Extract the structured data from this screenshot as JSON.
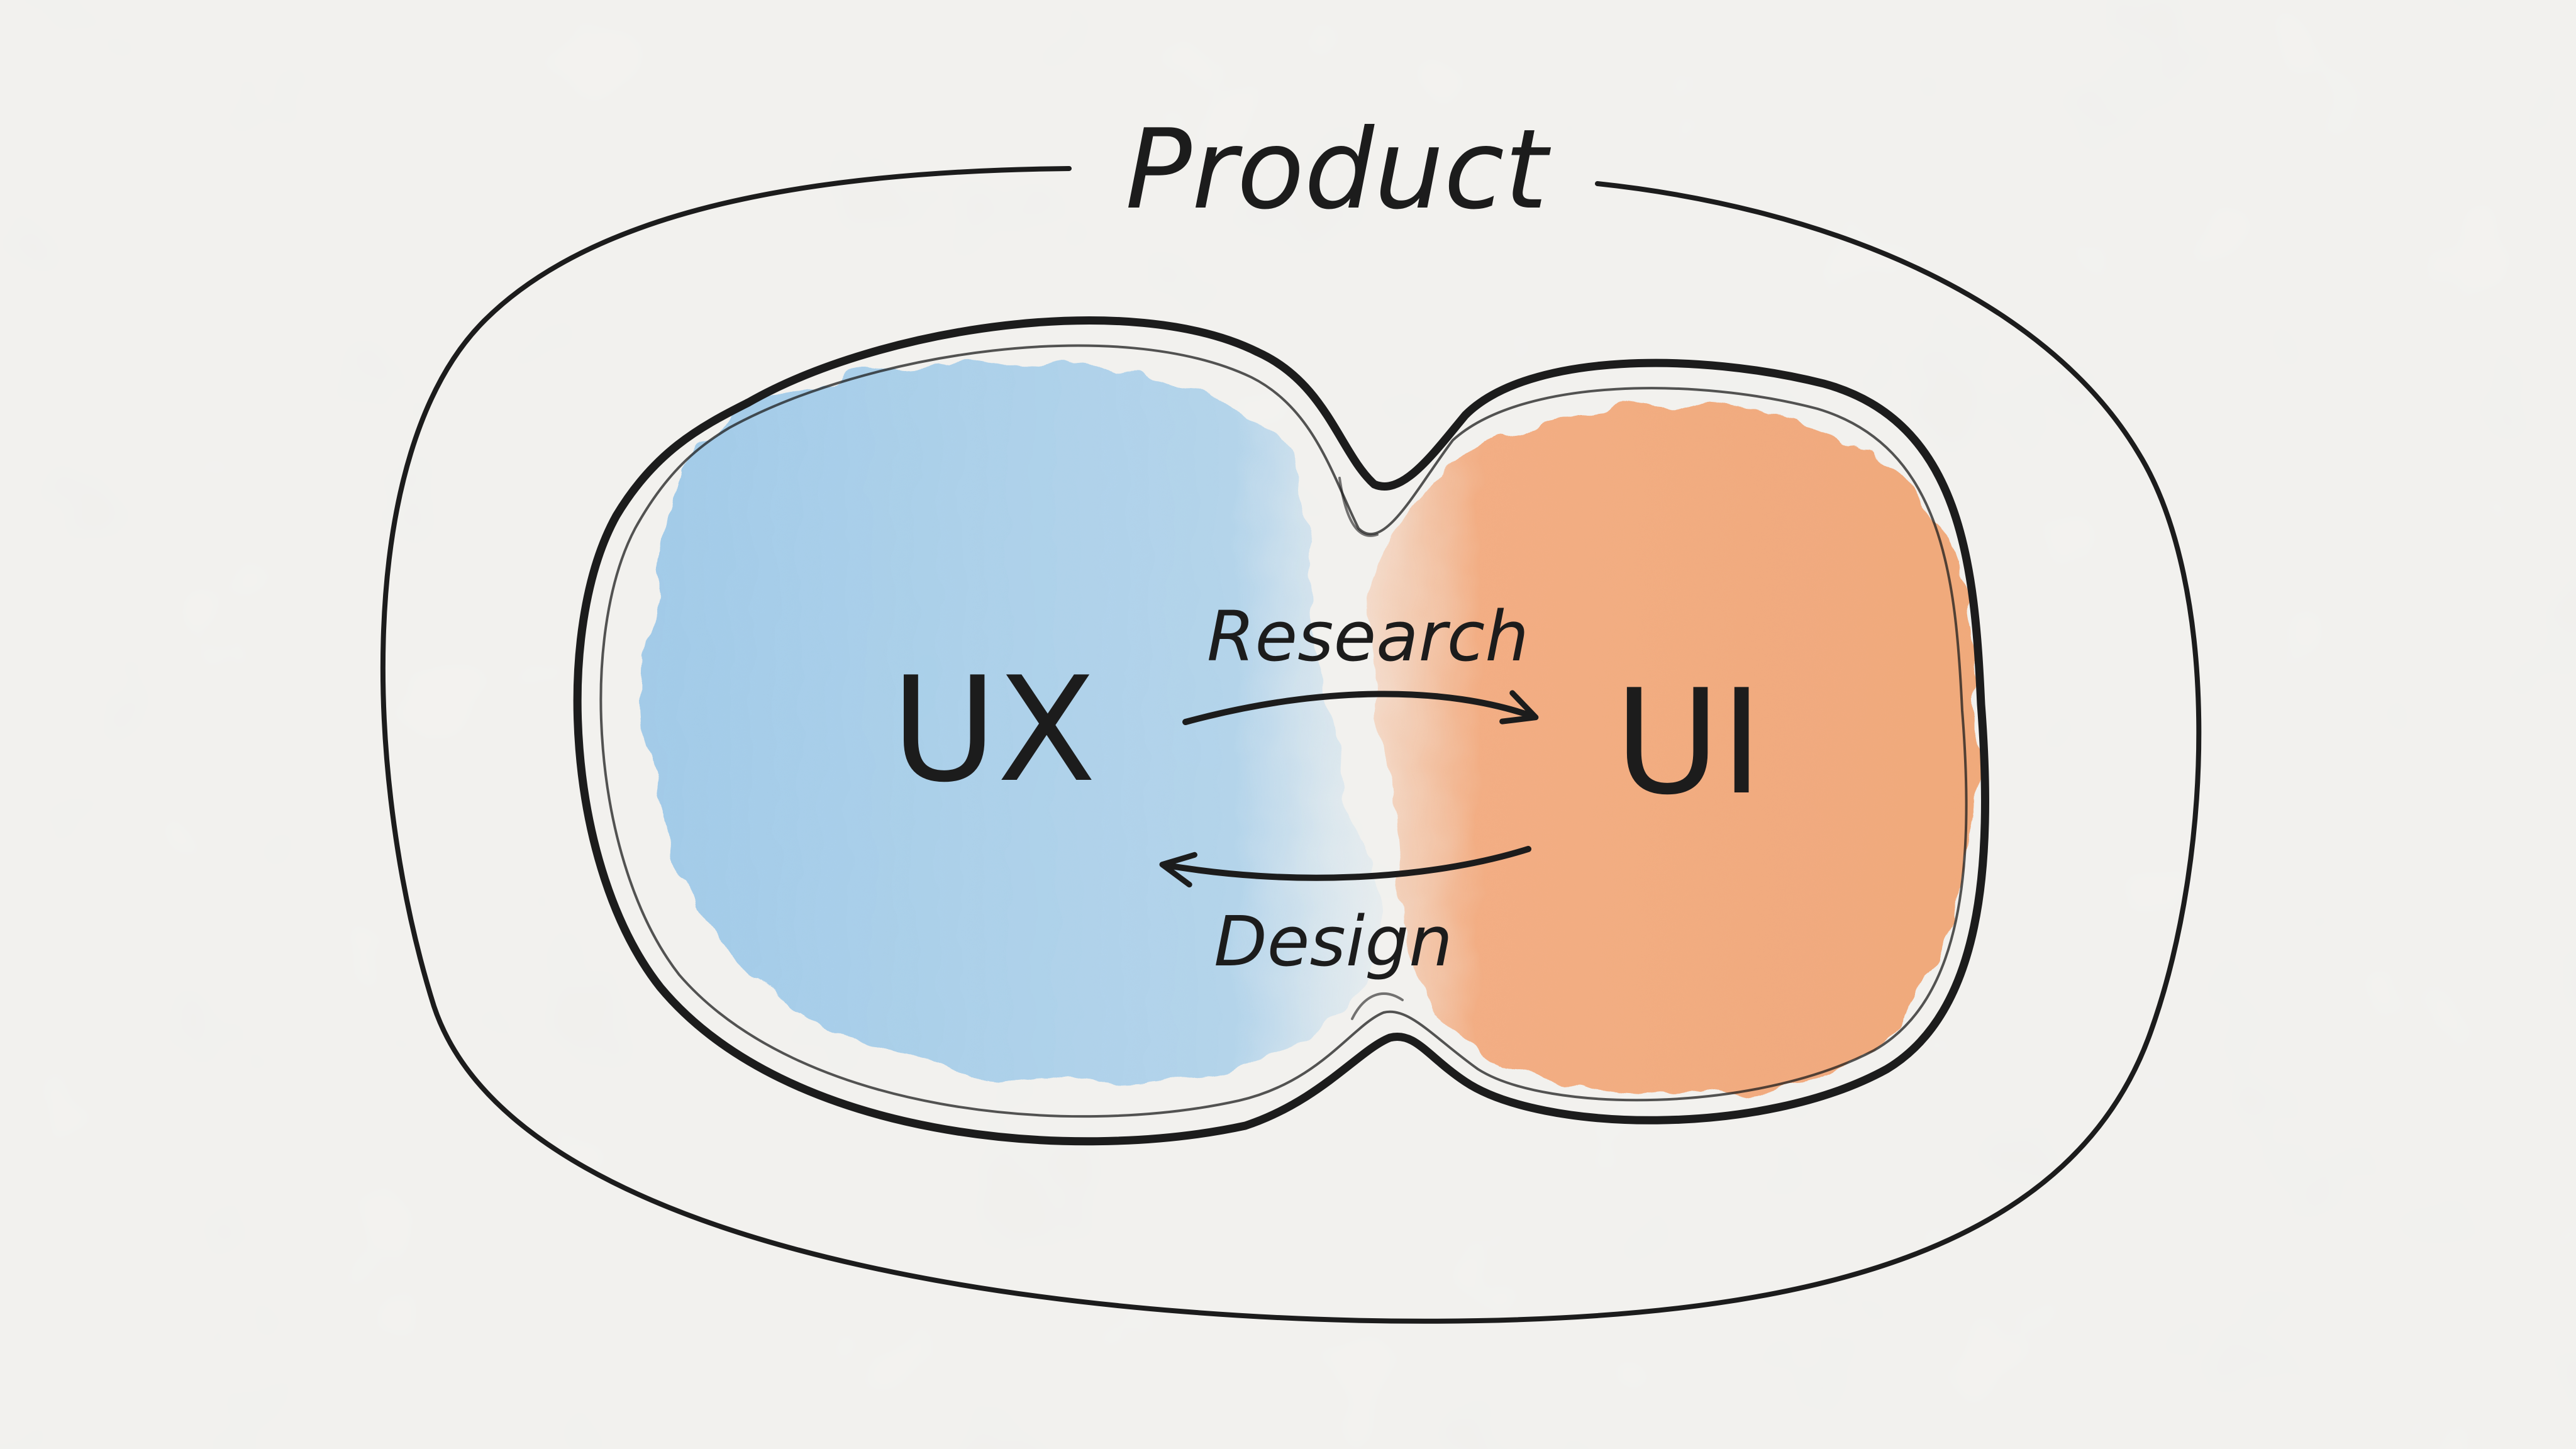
{
  "diagram": {
    "title": "Product",
    "left_region": {
      "label": "UX",
      "color": "#9ec9e8"
    },
    "right_region": {
      "label": "UI",
      "color": "#f2aa7e"
    },
    "arrow_to_ui": {
      "label": "Research"
    },
    "arrow_to_ux": {
      "label": "Design"
    },
    "outline_color": "#1c1c1c",
    "paper_color": "#f3f2ef"
  }
}
